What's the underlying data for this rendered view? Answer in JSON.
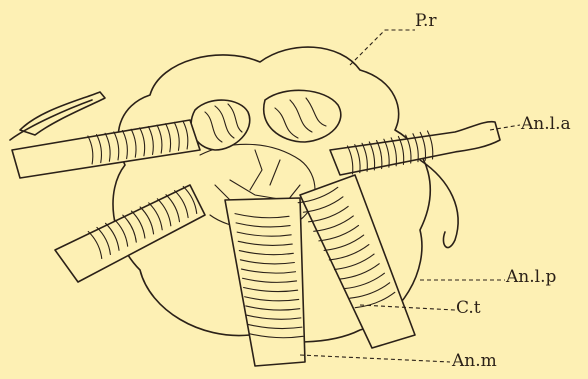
{
  "figure": {
    "labels": {
      "pr": "P.r",
      "anla": "An.l.a",
      "anlp": "An.l.p",
      "ct": "C.t",
      "anm": "An.m"
    }
  },
  "colors": {
    "paper": "#fdf0b4",
    "ink": "#2b2118"
  }
}
